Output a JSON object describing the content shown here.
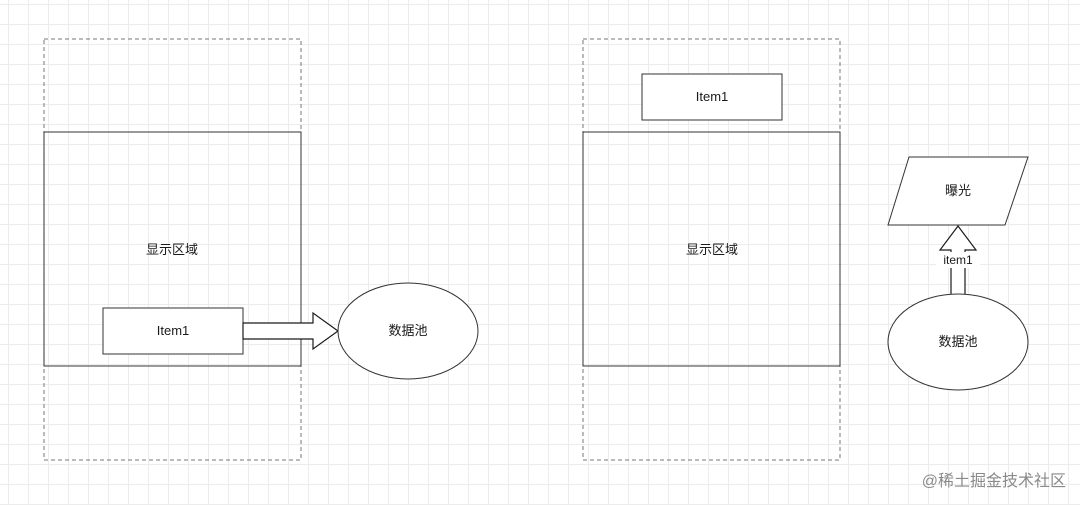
{
  "left_diagram": {
    "display_area_label": "显示区域",
    "item_label": "Item1",
    "pool_label": "数据池"
  },
  "right_diagram": {
    "item_label": "Item1",
    "display_area_label": "显示区域",
    "exposure_label": "曝光",
    "arrow_label": "item1",
    "pool_label": "数据池"
  },
  "watermark": "@稀土掘金技术社区",
  "colors": {
    "stroke": "#333333",
    "dashed_stroke": "#777777",
    "grid": "#ececec",
    "text": "#1a1a1a",
    "watermark": "#8a8a8a"
  }
}
